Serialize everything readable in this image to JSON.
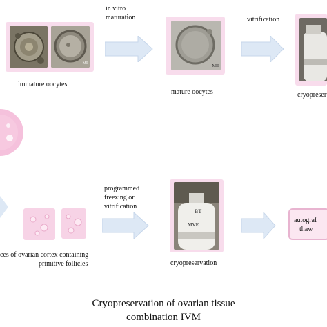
{
  "labels": {
    "in_vitro_maturation": [
      "in vitro",
      "maturation"
    ],
    "vitrification": "vitrification",
    "immature_oocytes": "immature  oocytes",
    "mature_oocytes": "mature  oocytes",
    "cryopreservation_top": "cryopreserv",
    "programmed": [
      "programmed",
      "freezing  or",
      "vitrification"
    ],
    "cortex": [
      "ces  of ovarian cortex containing",
      "primitive  follicles"
    ],
    "cryopreservation_bottom": "cryopreservation",
    "autograft": [
      "autograf",
      "thaw"
    ],
    "micro_tag_1": "MI",
    "micro_tag_2": "MII",
    "tank_tag": "BT",
    "tank_brand": "MVE"
  },
  "caption": [
    "Cryopreservation of ovarian tissue",
    "combination IVM"
  ],
  "colors": {
    "panel": "#f8dcec",
    "arrow": "#dde8f5",
    "arrow_stroke": "#c6d6ea",
    "autograft_border": "#e8b4d0",
    "pink_circle": "#f3b6d6"
  }
}
